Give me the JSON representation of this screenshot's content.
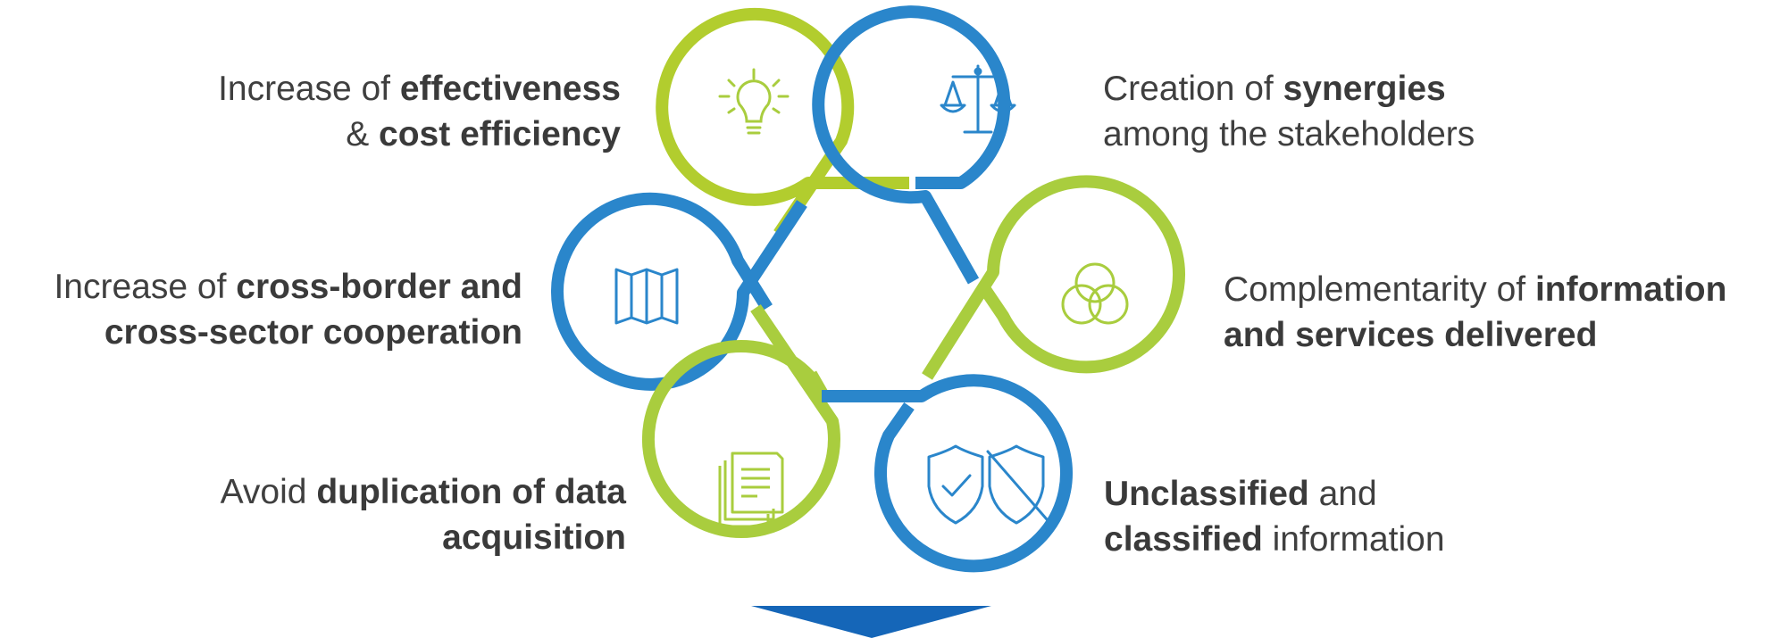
{
  "colors": {
    "green": "#b2cd2e",
    "lightgreen": "#a9cd3e",
    "blue": "#2a86cb",
    "arrow": "#1566b8"
  },
  "items": [
    {
      "id": "effectiveness",
      "icon": "lightbulb-icon",
      "color": "green",
      "lines": [
        [
          "Increase of ",
          "effectiveness"
        ],
        [
          "& ",
          "cost efficiency"
        ]
      ]
    },
    {
      "id": "synergies",
      "icon": "scales-icon",
      "color": "blue",
      "lines": [
        [
          "Creation of ",
          "synergies"
        ],
        [
          "among the stakeholders",
          ""
        ]
      ]
    },
    {
      "id": "cooperation",
      "icon": "map-icon",
      "color": "blue",
      "lines": [
        [
          "Increase of ",
          "cross-border and"
        ],
        [
          "",
          "cross-sector cooperation"
        ]
      ]
    },
    {
      "id": "complementarity",
      "icon": "venn-icon",
      "color": "lightgreen",
      "lines": [
        [
          "Complementarity of ",
          "information"
        ],
        [
          "",
          "and services delivered"
        ]
      ]
    },
    {
      "id": "duplication",
      "icon": "documents-icon",
      "color": "lightgreen",
      "lines": [
        [
          "Avoid ",
          "duplication of data"
        ],
        [
          "",
          "acquisition"
        ]
      ]
    },
    {
      "id": "classified",
      "icon": "shields-icon",
      "color": "blue",
      "lines": [
        [
          "",
          "Unclassified",
          " and"
        ],
        [
          "",
          "classified",
          " information"
        ]
      ]
    }
  ]
}
